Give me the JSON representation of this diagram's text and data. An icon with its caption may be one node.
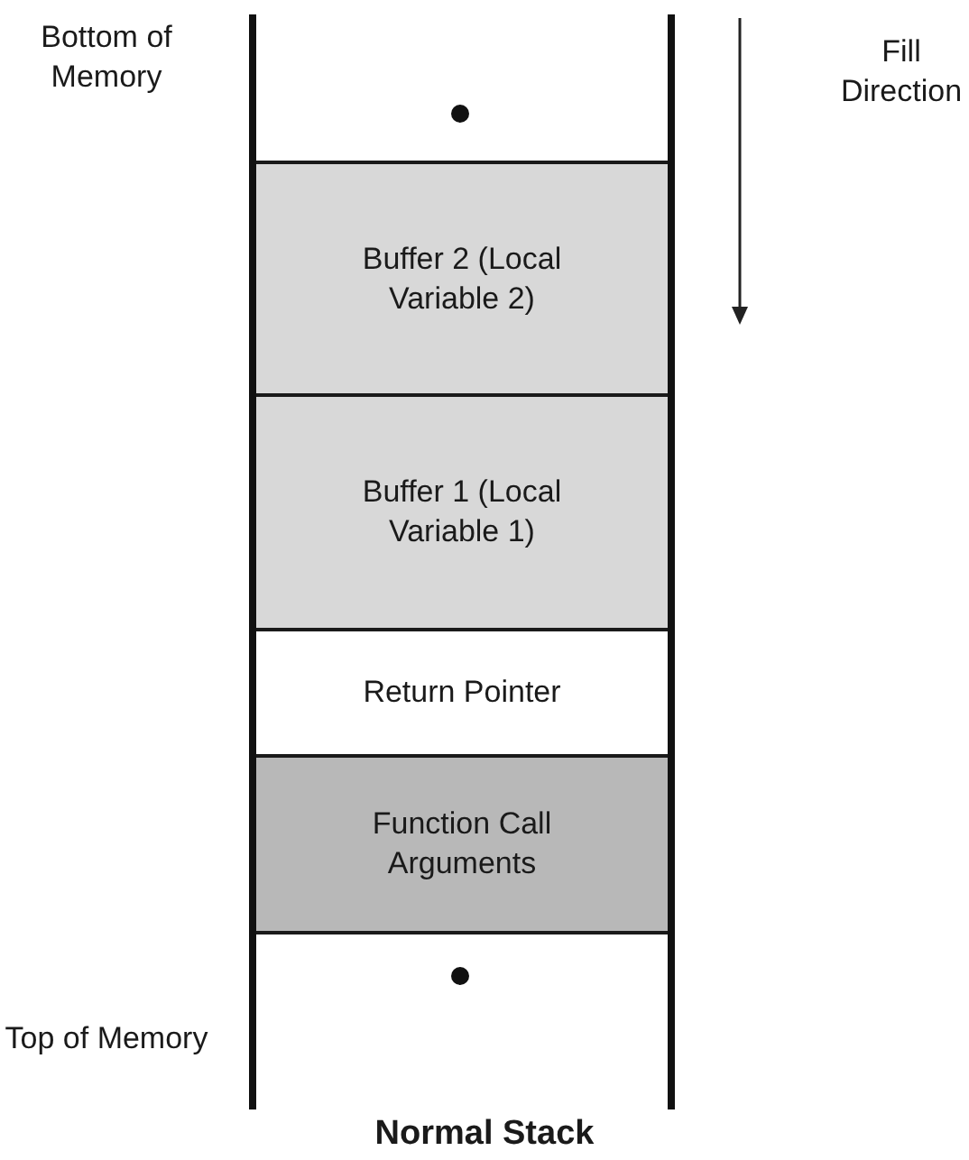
{
  "diagram": {
    "title": "Normal Stack",
    "nodes": [
      {
        "text": [],
        "shape": "box"
      },
      {
        "text": [
          "Buffer 2 (Local Variable 2)"
        ]
      },
      {
        "text": [
          "Buffer 1 (Local Variable 1)"
        ]
      },
      {
        "text": [
          "Return Pointer"
        ]
      },
      {
        "text": [
          "Function Call Arguments"
        ]
      },
      {
        "text": [],
        "shape": "box"
      }
    ],
    "edges": [],
    "labels": [
      "Bottom of Memory",
      "Fill Direction",
      "Top of Memory"
    ]
  }
}
